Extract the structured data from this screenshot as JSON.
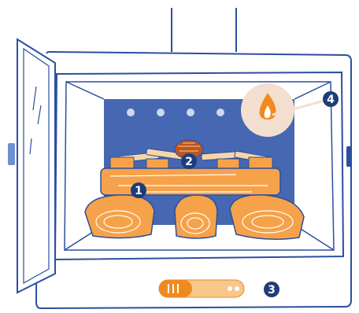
{
  "colors": {
    "outline": "#2b4fa0",
    "firebox": "#4668b2",
    "log_fill": "#f6a24a",
    "log_dark": "#e8862c",
    "log_light": "#f8c88a",
    "kindling": "#f7d6a6",
    "flame": "#f08a1e",
    "glow": "#f3dfcf",
    "dots": "#cfd9ee",
    "badge": "#1d3d7a"
  },
  "callouts": [
    {
      "label": "1",
      "target": "bottom-log-stack"
    },
    {
      "label": "2",
      "target": "pine-cone"
    },
    {
      "label": "3",
      "target": "air-control-slider"
    },
    {
      "label": "4",
      "target": "flame"
    }
  ],
  "icons": [
    "pine-cone-icon",
    "flame-icon",
    "slider-icon"
  ]
}
